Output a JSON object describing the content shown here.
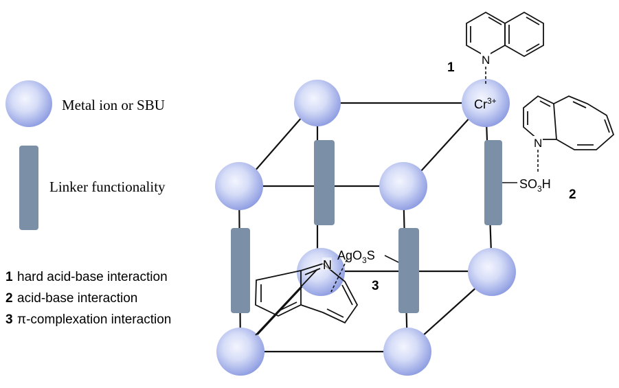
{
  "legend": {
    "metal_label": "Metal ion or SBU",
    "linker_label": "Linker functionality",
    "interactions": [
      {
        "num": "1",
        "text": "hard acid-base interaction"
      },
      {
        "num": "2",
        "text": "acid-base interaction"
      },
      {
        "num": "3",
        "text": "π-complexation interaction"
      }
    ]
  },
  "labels": {
    "site1_num": "1",
    "site2_num": "2",
    "site3_num": "3",
    "metal_cr": "Cr",
    "metal_cr_charge": "3+",
    "nitrogen": "N",
    "so3h_prefix": "SO",
    "so3h_sub": "3",
    "so3h_suffix": "H",
    "ago3s_prefix": "AgO",
    "ago3s_sub": "3",
    "ago3s_suffix": "S"
  },
  "colors": {
    "node_center": "#e4e9fb",
    "node_edge": "#8d9be0",
    "linker": "#7b8fa6",
    "line": "#111111"
  }
}
